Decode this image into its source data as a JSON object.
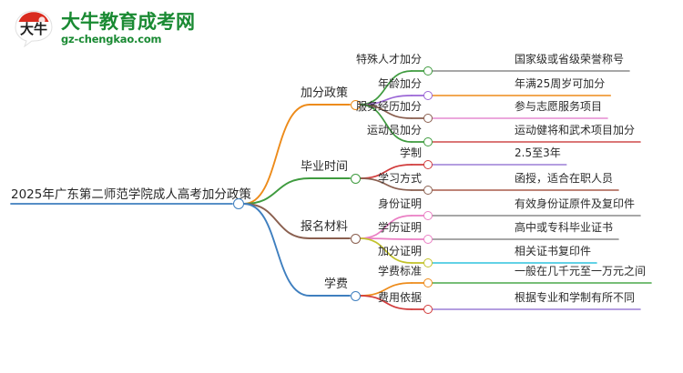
{
  "logo": {
    "mark_text": "大牛",
    "title": "大牛教育成考网",
    "domain": "gz-chengkao.com",
    "brand_green": "#1a8a33",
    "brand_red": "#d92b1f",
    "name": "dani-education-chengkao-logo"
  },
  "mindmap": {
    "type": "mindmap",
    "root": {
      "label": "2025年广东第二师范学院成人高考加分政策",
      "color": "#3f7fbf"
    },
    "branches": [
      {
        "label": "加分政策",
        "color": "#ed8b1a",
        "children": [
          {
            "label": "特殊人才加分",
            "color": "#3f9b3f",
            "leaf": {
              "label": "国家级或省级荣誉称号",
              "color": "#8a8a8a"
            }
          },
          {
            "label": "年龄加分",
            "color": "#9b66d6",
            "leaf": {
              "label": "年满25周岁可加分",
              "color": "#ed8b1a"
            }
          },
          {
            "label": "服务经历加分",
            "color": "#8a5f4f",
            "leaf": {
              "label": "参与志愿服务项目",
              "color": "#e58bd0"
            }
          },
          {
            "label": "运动员加分",
            "color": "#3f9b3f",
            "leaf": {
              "label": "运动健将和武术项目加分",
              "color": "#cf4a4a"
            }
          }
        ]
      },
      {
        "label": "毕业时间",
        "color": "#3f9b3f",
        "children": [
          {
            "label": "学制",
            "color": "#d13b3b",
            "leaf": {
              "label": "2.5至3年",
              "color": "#9b7fd6"
            }
          },
          {
            "label": "学习方式",
            "color": "#8a5f4f",
            "leaf": {
              "label": "函授，适合在职人员",
              "color": "#a85c4a"
            }
          }
        ]
      },
      {
        "label": "报名材料",
        "color": "#8a5f4f",
        "children": [
          {
            "label": "身份证明",
            "color": "#ea7fc4",
            "leaf": {
              "label": "有效身份证原件及复印件",
              "color": "#8a8a8a"
            }
          },
          {
            "label": "学历证明",
            "color": "#ea7fc4",
            "leaf": {
              "label": "高中或专科毕业证书",
              "color": "#8a8a8a"
            }
          },
          {
            "label": "加分证明",
            "color": "#c2c22b",
            "leaf": {
              "label": "相关证书复印件",
              "color": "#2ec4dd"
            }
          }
        ]
      },
      {
        "label": "学费",
        "color": "#3f7fbf",
        "children": [
          {
            "label": "学费标准",
            "color": "#ed8b1a",
            "leaf": {
              "label": "一般在几千元至一万元之间",
              "color": "#4aa84a"
            }
          },
          {
            "label": "费用依据",
            "color": "#d13b3b",
            "leaf": {
              "label": "根据专业和学制有所不同",
              "color": "#9b7fd6"
            }
          }
        ]
      }
    ]
  }
}
